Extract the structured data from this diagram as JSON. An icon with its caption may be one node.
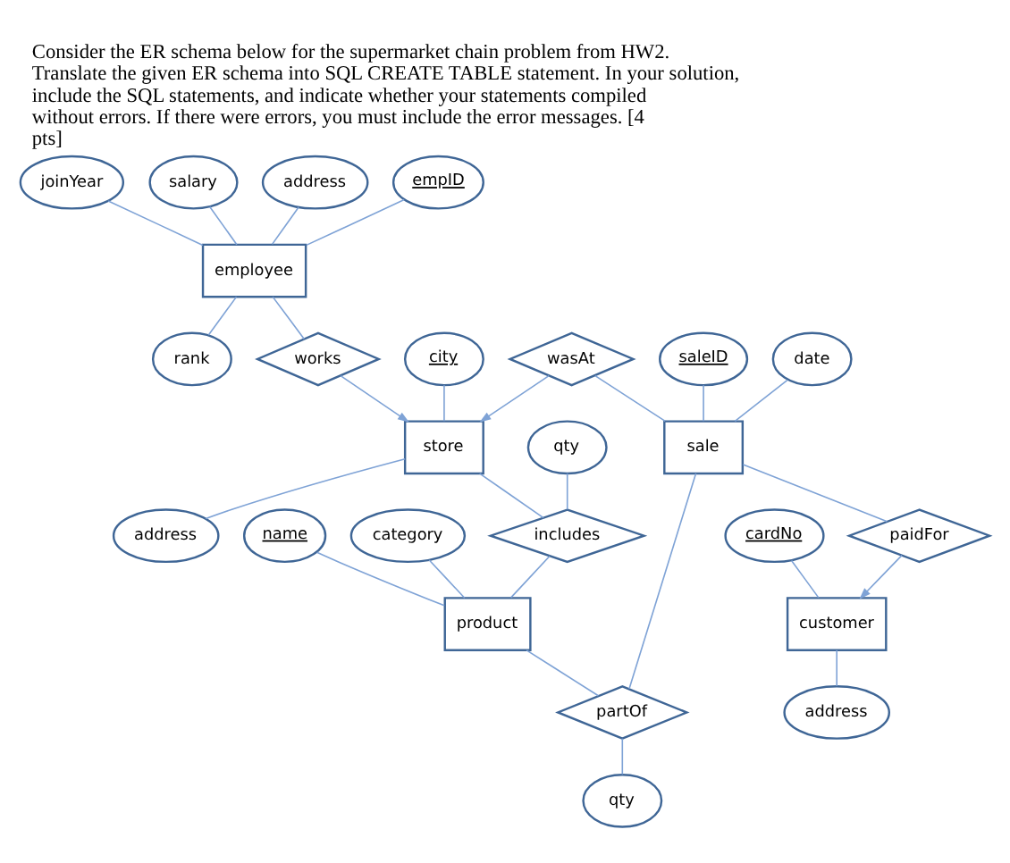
{
  "diagram": {
    "title": "Consider the ER schema below for the supermarket chain problem from HW2. Translate the given ER schema into SQL CREATE TABLE statement. In your solution, include the SQL statements, and indicate whether your statements compiled without errors. If there were errors, you must include the error messages. [4 pts]",
    "nodes": [
      {
        "text": [
          "joinYear"
        ]
      },
      {
        "text": [
          "salary"
        ]
      },
      {
        "text": [
          "cardNo"
        ]
      },
      {
        "text": [
          "address"
        ]
      },
      {
        "text": [
          "customer"
        ]
      },
      {
        "text": [
          "address"
        ]
      },
      {
        "text": [
          "empID"
        ]
      },
      {
        "text": [
          "employee"
        ]
      },
      {
        "text": [
          "rank"
        ]
      },
      {
        "text": [
          "saleID"
        ]
      },
      {
        "text": [
          "date"
        ]
      },
      {
        "text": [
          "works"
        ]
      },
      {
        "text": [
          "city"
        ]
      },
      {
        "text": [
          "store"
        ]
      },
      {
        "text": [
          "wasAt"
        ]
      },
      {
        "text": [
          "sale"
        ]
      },
      {
        "text": [
          "paidFor"
        ]
      },
      {
        "text": [
          "address"
        ]
      },
      {
        "text": [
          "qty"
        ]
      },
      {
        "text": [
          "includes"
        ]
      },
      {
        "text": [
          "name"
        ]
      },
      {
        "text": [
          "product"
        ]
      },
      {
        "text": [
          "partOf"
        ]
      },
      {
        "text": [
          "category"
        ]
      },
      {
        "text": [
          "qty"
        ]
      }
    ],
    "edges": [
      {
        "from": 3,
        "to": 7,
        "arrow": "none"
      },
      {
        "from": 0,
        "to": 7,
        "arrow": "none"
      },
      {
        "from": 1,
        "to": 7,
        "arrow": "none"
      },
      {
        "from": 6,
        "to": 7,
        "arrow": "none"
      },
      {
        "from": 7,
        "to": 8,
        "arrow": "none"
      },
      {
        "from": 7,
        "to": 11,
        "arrow": "none"
      },
      {
        "from": 11,
        "to": 13,
        "arrow": "to"
      },
      {
        "from": 12,
        "to": 13,
        "arrow": "none"
      },
      {
        "from": 13,
        "to": 17,
        "arrow": "none"
      },
      {
        "from": 13,
        "to": 19,
        "arrow": "none"
      },
      {
        "from": 14,
        "to": 13,
        "arrow": "to"
      },
      {
        "from": 14,
        "to": 15,
        "arrow": "none"
      },
      {
        "from": 9,
        "to": 15,
        "arrow": "none"
      },
      {
        "from": 10,
        "to": 15,
        "arrow": "none"
      },
      {
        "from": 15,
        "to": 16,
        "arrow": "none"
      },
      {
        "from": 16,
        "to": 4,
        "arrow": "to"
      },
      {
        "from": 2,
        "to": 4,
        "arrow": "none"
      },
      {
        "from": 4,
        "to": 5,
        "arrow": "none"
      },
      {
        "from": 18,
        "to": 19,
        "arrow": "none"
      },
      {
        "from": 19,
        "to": 21,
        "arrow": "none"
      },
      {
        "from": 20,
        "to": 21,
        "arrow": "none"
      },
      {
        "from": 23,
        "to": 21,
        "arrow": "none"
      },
      {
        "from": 21,
        "to": 22,
        "arrow": "none"
      },
      {
        "from": 15,
        "to": 22,
        "arrow": "none"
      },
      {
        "from": 22,
        "to": 24,
        "arrow": "none"
      }
    ]
  }
}
